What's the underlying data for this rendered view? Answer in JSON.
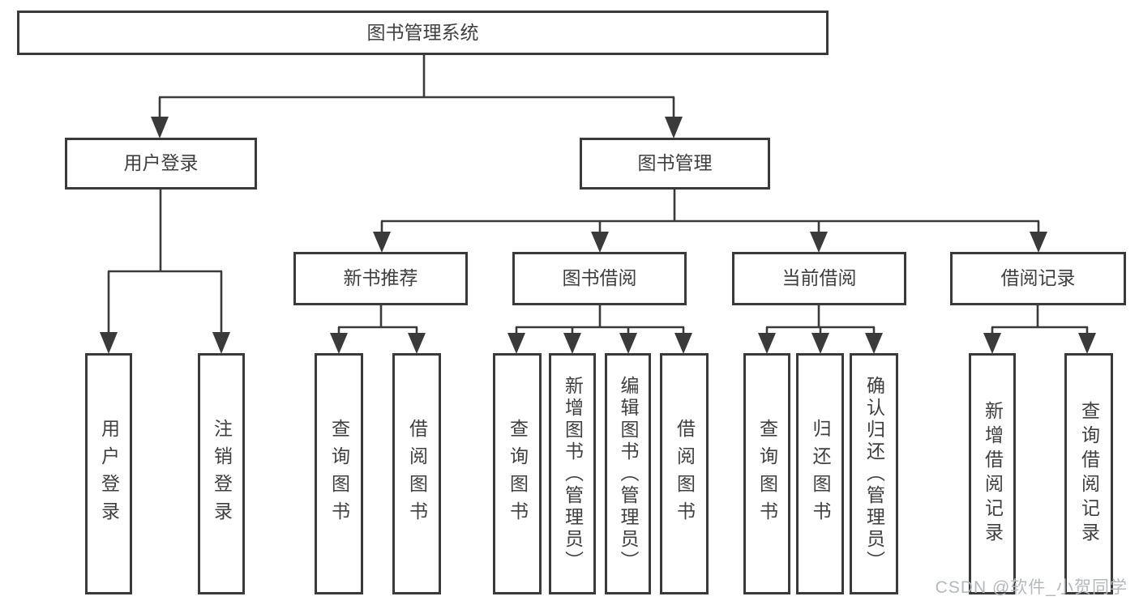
{
  "diagram": {
    "title": "图书管理系统",
    "watermark": "CSDN @软件_小贺同学",
    "colors": {
      "line": "#3a3a3a",
      "text": "#3f3f3f",
      "watermark": "#b4b8bc",
      "background": "#ffffff"
    },
    "nodes": {
      "root": "图书管理系统",
      "user_login": "用户登录",
      "book_mgmt": "图书管理",
      "new_book": "新书推荐",
      "book_borrow": "图书借阅",
      "current_borrow": "当前借阅",
      "borrow_record": "借阅记录",
      "leaf_user_login": "用户登录",
      "leaf_logout": "注销登录",
      "nb_query": "查询图书",
      "nb_borrow": "借阅图书",
      "bb_query": "查询图书",
      "bb_add": "新增图书（管理员）",
      "bb_edit": "编辑图书（管理员）",
      "bb_borrow": "借阅图书",
      "cb_query": "查询图书",
      "cb_return": "归还图书",
      "cb_confirm": "确认归还（管理员）",
      "br_add": "新增借阅记录",
      "br_query": "查询借阅记录"
    },
    "hierarchy": [
      {
        "parent": "图书管理系统",
        "children": [
          "用户登录",
          "图书管理"
        ]
      },
      {
        "parent": "用户登录",
        "children": [
          "用户登录",
          "注销登录"
        ]
      },
      {
        "parent": "图书管理",
        "children": [
          "新书推荐",
          "图书借阅",
          "当前借阅",
          "借阅记录"
        ]
      },
      {
        "parent": "新书推荐",
        "children": [
          "查询图书",
          "借阅图书"
        ]
      },
      {
        "parent": "图书借阅",
        "children": [
          "查询图书",
          "新增图书（管理员）",
          "编辑图书（管理员）",
          "借阅图书"
        ]
      },
      {
        "parent": "当前借阅",
        "children": [
          "查询图书",
          "归还图书",
          "确认归还（管理员）"
        ]
      },
      {
        "parent": "借阅记录",
        "children": [
          "新增借阅记录",
          "查询借阅记录"
        ]
      }
    ]
  }
}
